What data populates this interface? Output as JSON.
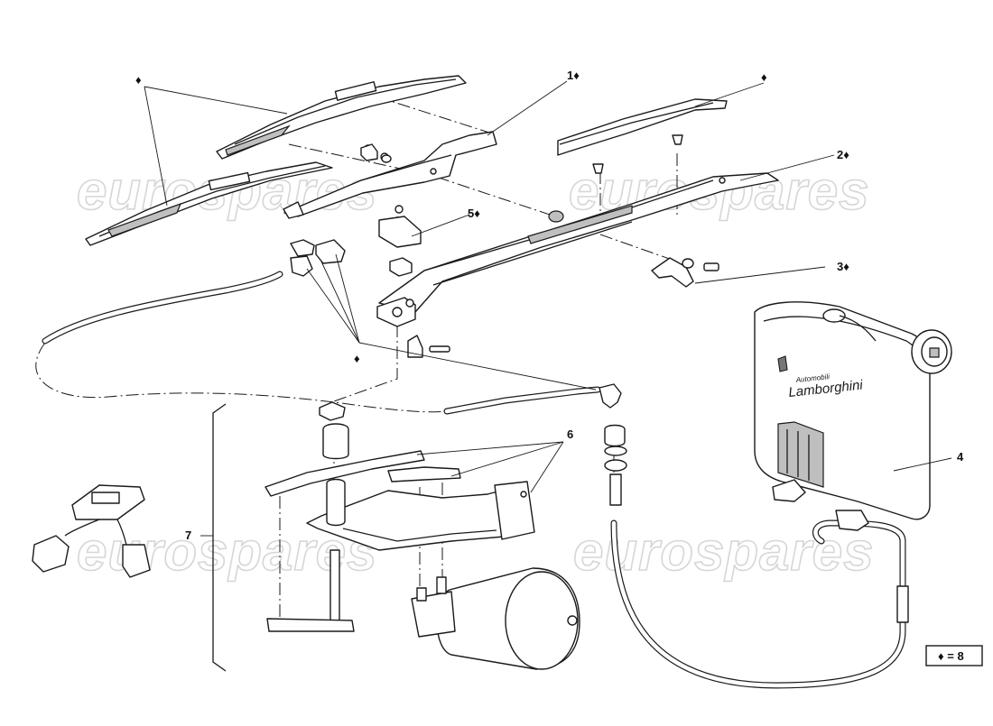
{
  "diagram": {
    "watermarks": [
      "eurospares",
      "eurospares",
      "eurospares",
      "eurospares"
    ],
    "callouts": {
      "c1": "1♦",
      "c2": "2♦",
      "c3": "3♦",
      "c4": "4",
      "c5": "5♦",
      "c6": "6",
      "c7": "7",
      "diamond_top_left": "♦",
      "diamond_top_right": "♦",
      "diamond_middle": "♦"
    },
    "tank_brand_small": "Automobili",
    "tank_brand": "Lamborghini",
    "legend": "♦ = 8"
  }
}
